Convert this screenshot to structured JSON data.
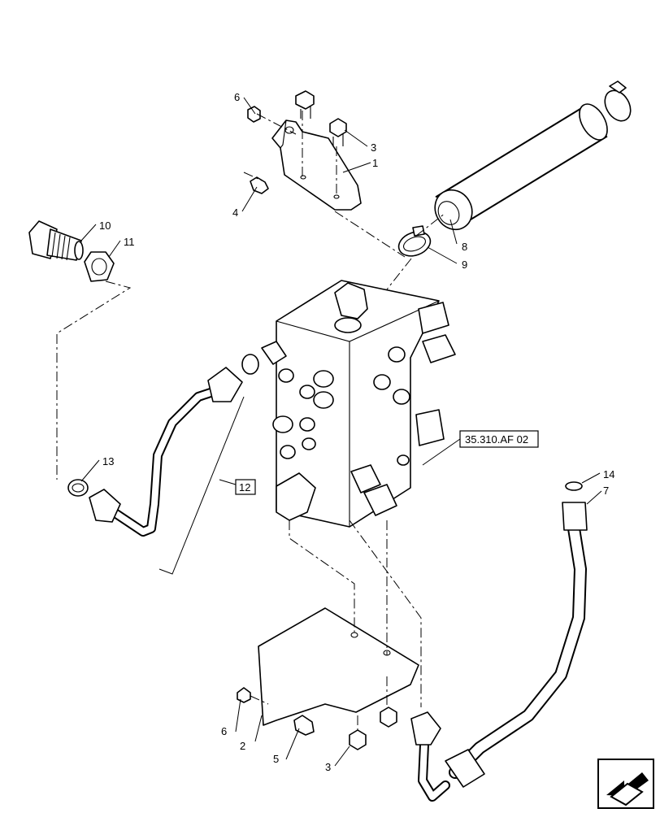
{
  "callouts": [
    "1",
    "2",
    "3",
    "3",
    "4",
    "5",
    "6",
    "6",
    "7",
    "8",
    "9",
    "10",
    "11",
    "12",
    "13",
    "14"
  ],
  "references": {
    "valve_section_ref": "35.310.AF 02",
    "tube_ref_box": "12"
  },
  "icons": {
    "nav": "next-page-arrow-icon"
  }
}
